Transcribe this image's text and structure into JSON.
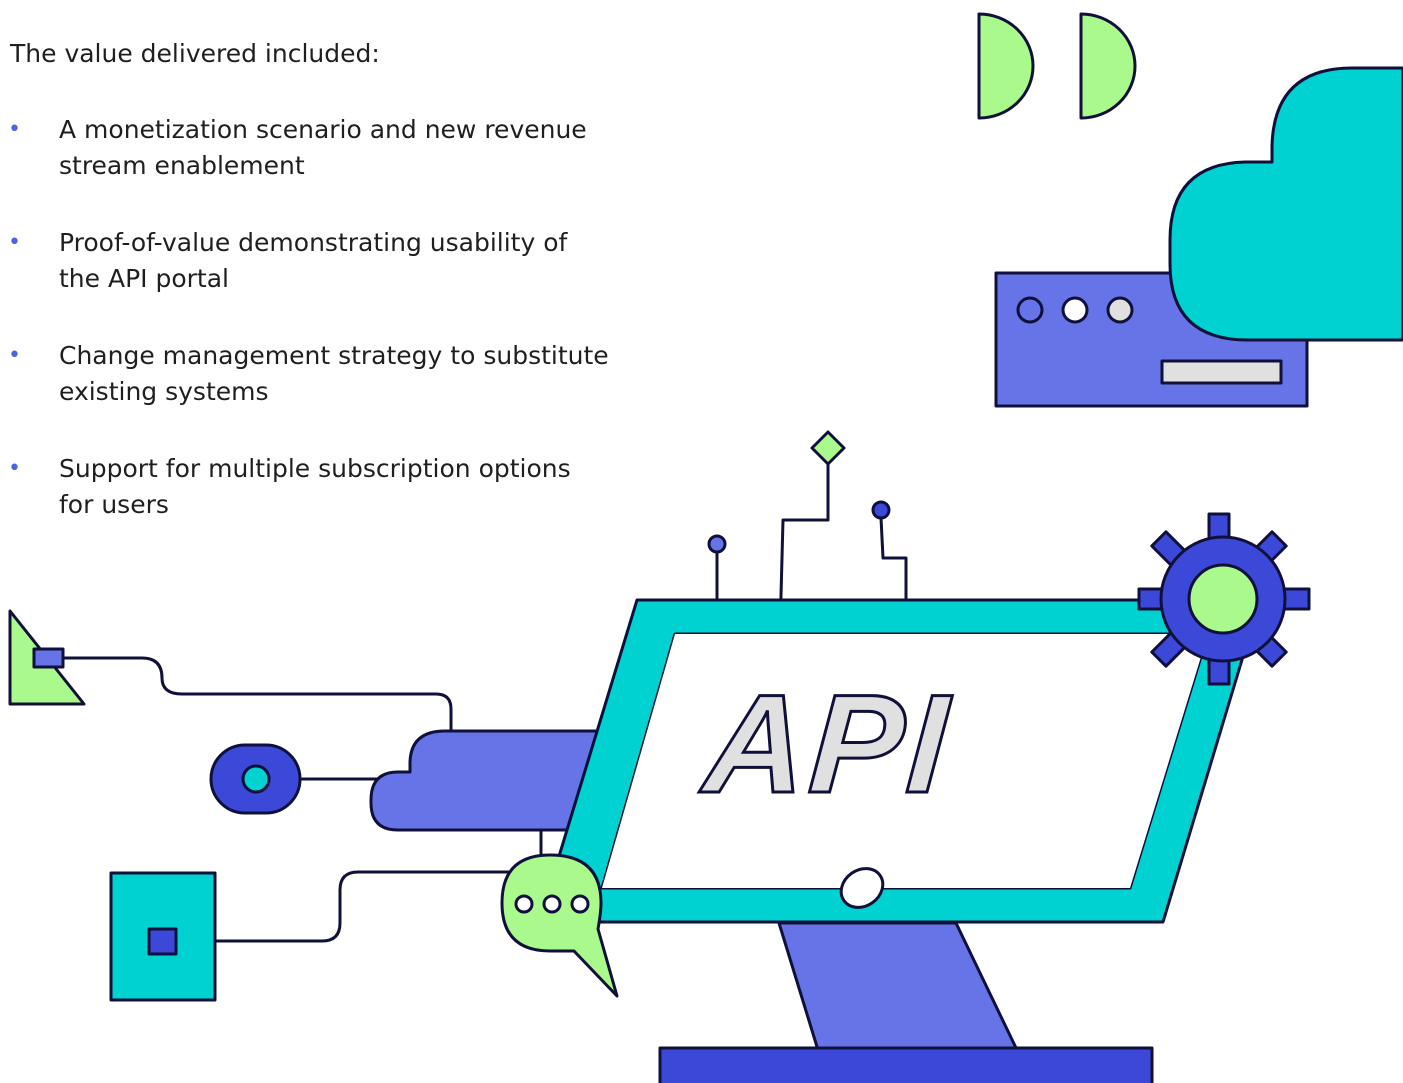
{
  "intro": "The value delivered included:",
  "bullets": [
    "A monetization scenario and new revenue stream enablement",
    "Proof-of-value demonstrating usability of the API portal",
    "Change management strategy to substitute existing systems",
    "Support for multiple subscription options for users"
  ],
  "illustration": {
    "screen_label": "API"
  },
  "colors": {
    "teal": "#00d1d1",
    "light_green": "#a9f98d",
    "periwinkle": "#6674e8",
    "royal_blue": "#3c49d8",
    "outline": "#10103a",
    "light_gray": "#e0e0e0"
  }
}
